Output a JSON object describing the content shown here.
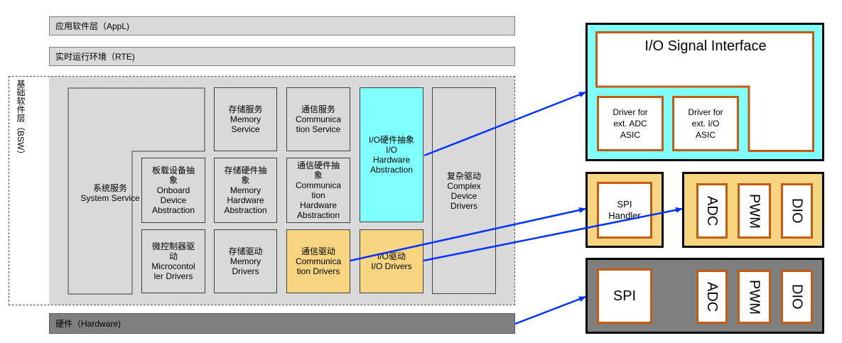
{
  "layers": {
    "appl": "应用软件层（AppL)",
    "rte": "实时运行环境（RTE)",
    "hardware": "硬件（Hardware)",
    "bsw_label": "基础软件层（BSW）"
  },
  "bsw": {
    "system_service": [
      "系统服务",
      "System Service"
    ],
    "memory_service": [
      "存储服务",
      "Memory",
      "Service"
    ],
    "comm_service": [
      "通信服务",
      "Communica",
      "tion Service"
    ],
    "io_hw_abstraction": [
      "I/O硬件抽象",
      "I/O",
      "Hardware",
      "Abstraction"
    ],
    "complex_drivers": [
      "复杂驱动",
      "Complex",
      "Device",
      "Drivers"
    ],
    "onboard_abstraction": [
      "板载设备抽",
      "象",
      "Onboard",
      "Device",
      "Abstraction"
    ],
    "memory_hw_abstraction": [
      "存储硬件抽",
      "象",
      "Memory",
      "Hardware",
      "Abstraction"
    ],
    "comm_hw_abstraction": [
      "通信硬件抽",
      "象",
      "Communica",
      "tion",
      "Hardware",
      "Abstraction"
    ],
    "mcu_drivers": [
      "微控制器驱",
      "动",
      "Microcontol",
      "ler Drivers"
    ],
    "memory_drivers": [
      "存储驱动",
      "Memory",
      "Drivers"
    ],
    "comm_drivers": [
      "通信驱动",
      "Communica",
      "tion Drivers"
    ],
    "io_drivers": [
      "I/O驱动",
      "I/O Drivers"
    ]
  },
  "detail": {
    "io_signal_interface": "I/O Signal Interface",
    "driver_adc": [
      "Driver for",
      "ext. ADC",
      "ASIC"
    ],
    "driver_io": [
      "Driver for",
      "ext. I/O",
      "ASIC"
    ],
    "spi_handler": [
      "SPI",
      "Handler"
    ],
    "drivers_row": [
      "ADC",
      "PWM",
      "DIO"
    ],
    "spi": "SPI",
    "hw_row": [
      "ADC",
      "PWM",
      "DIO"
    ]
  },
  "colors": {
    "cyan": "#80ffff",
    "yellow": "#f8d581",
    "gray": "#d9d9d9",
    "hardware": "#7f7f7f",
    "orange_border": "#c55a11",
    "arrow": "#0033ff"
  }
}
